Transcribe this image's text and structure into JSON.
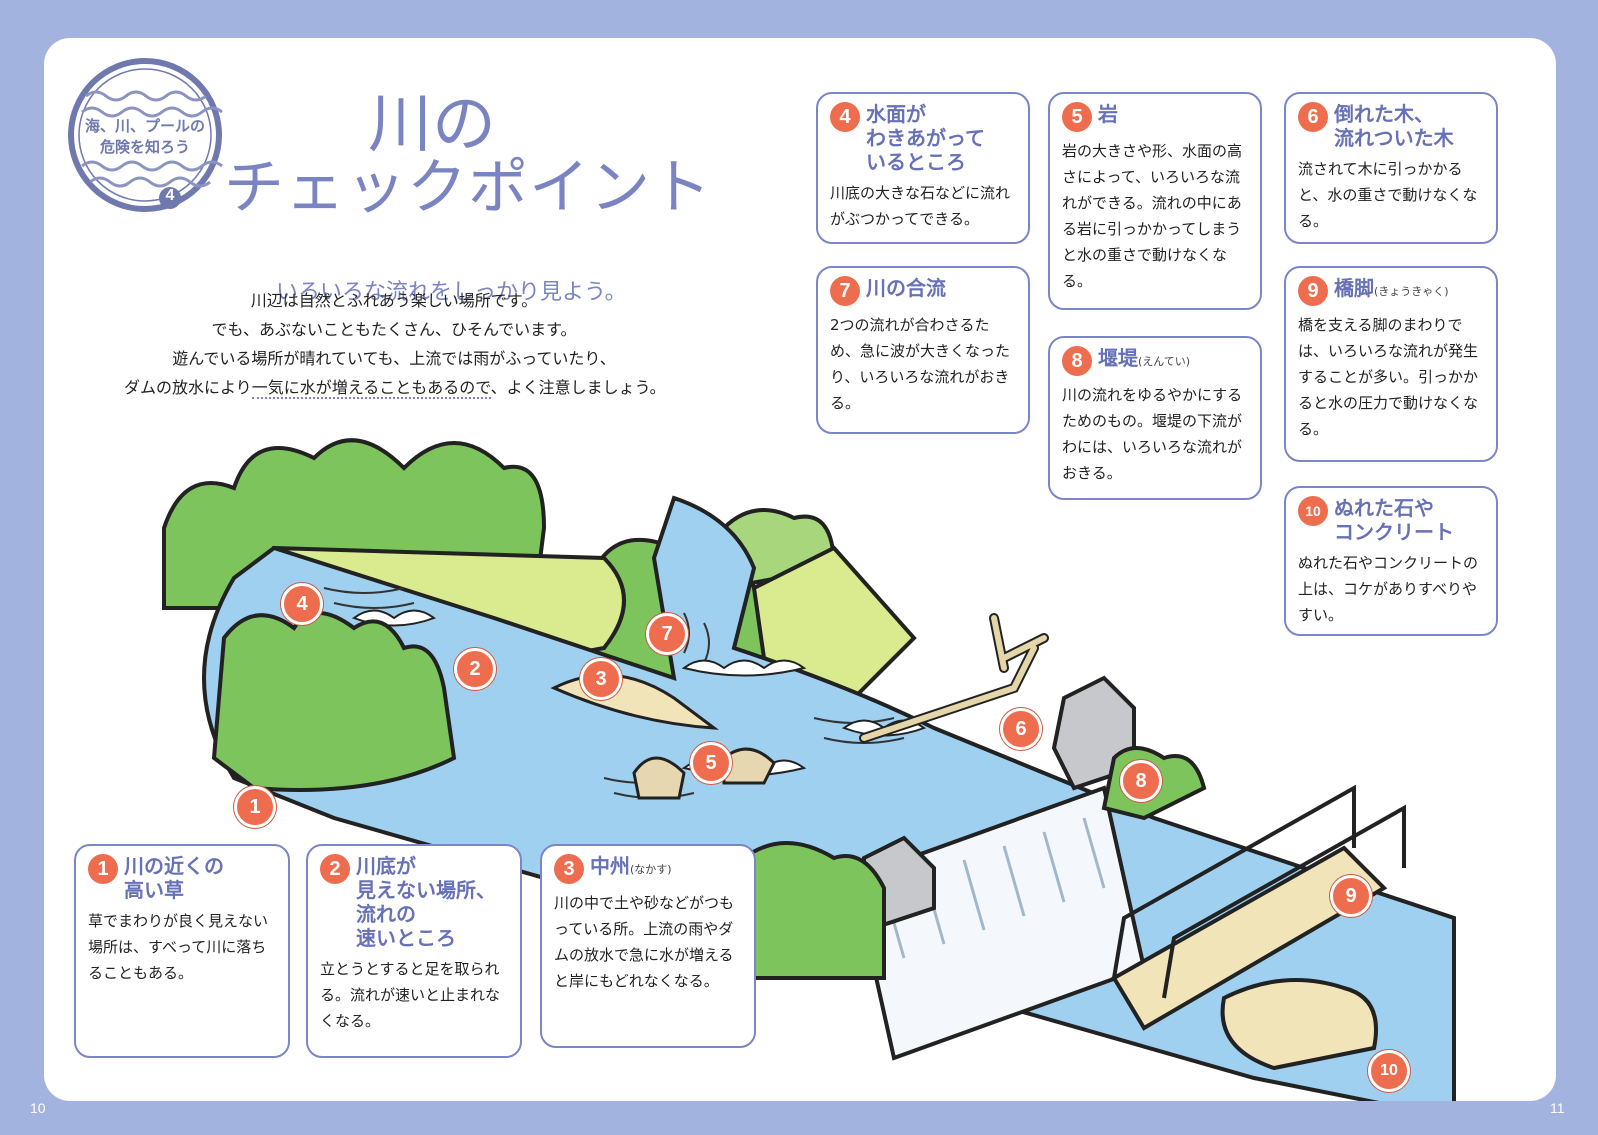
{
  "stamp": {
    "line1": "海、川、プールの",
    "line2": "危険を知ろう",
    "number": "4"
  },
  "title_line1": "川の",
  "title_line2": "チェックポイント",
  "subtitle": "いろいろな流れをしっかり見よう。",
  "intro": {
    "line1": "川辺は自然とふれあう楽しい場所です。",
    "line2": "でも、あぶないこともたくさん、ひそんでいます。",
    "line3": "遊んでいる場所が晴れていても、上流では雨がふっていたり、",
    "line4a": "ダムの放水により",
    "line4b": "一気に水が増えることもあるので",
    "line4c": "、よく注意しましょう。"
  },
  "cards": [
    {
      "number": "1",
      "title": "川の近くの\n高い草",
      "reading": "",
      "body": "草でまわりが良く見えない場所は、すべって川に落ちることもある。"
    },
    {
      "number": "2",
      "title": "川底が\n見えない場所、\n流れの\n速いところ",
      "reading": "",
      "body": "立とうとすると足を取られる。流れが速いと止まれなくなる。"
    },
    {
      "number": "3",
      "title": "中州",
      "reading": "(なかす)",
      "body": "川の中で土や砂などがつもっている所。上流の雨やダムの放水で急に水が増えると岸にもどれなくなる。"
    },
    {
      "number": "4",
      "title": "水面が\nわきあがって\nいるところ",
      "reading": "",
      "body": "川底の大きな石などに流れがぶつかってできる。"
    },
    {
      "number": "5",
      "title": "岩",
      "reading": "",
      "body": "岩の大きさや形、水面の高さによって、いろいろな流れができる。流れの中にある岩に引っかかってしまうと水の重さで動けなくなる。"
    },
    {
      "number": "6",
      "title": "倒れた木、\n流れついた木",
      "reading": "",
      "body": "流されて木に引っかかると、水の重さで動けなくなる。"
    },
    {
      "number": "7",
      "title": "川の合流",
      "reading": "",
      "body": "2つの流れが合わさるため、急に波が大きくなったり、いろいろな流れがおきる。"
    },
    {
      "number": "8",
      "title": "堰堤",
      "reading": "(えんてい)",
      "body": "川の流れをゆるやかにするためのもの。堰堤の下流がわには、いろいろな流れがおきる。"
    },
    {
      "number": "9",
      "title": "橋脚",
      "reading": "(きょうきゃく)",
      "body": "橋を支える脚のまわりでは、いろいろな流れが発生することが多い。引っかかると水の圧力で動けなくなる。"
    },
    {
      "number": "10",
      "title": "ぬれた石や\nコンクリート",
      "reading": "",
      "body": "ぬれた石やコンクリートの上は、コケがありすべりやすい。"
    }
  ],
  "markers": [
    "1",
    "2",
    "3",
    "4",
    "5",
    "6",
    "7",
    "8",
    "9",
    "10"
  ],
  "page_left": "10",
  "page_right": "11",
  "colors": {
    "accent": "#7a84c2",
    "number": "#ee6d4f",
    "water": "#9fd0ef",
    "foliage": "#7cc45b",
    "background": "#a3b3df"
  }
}
